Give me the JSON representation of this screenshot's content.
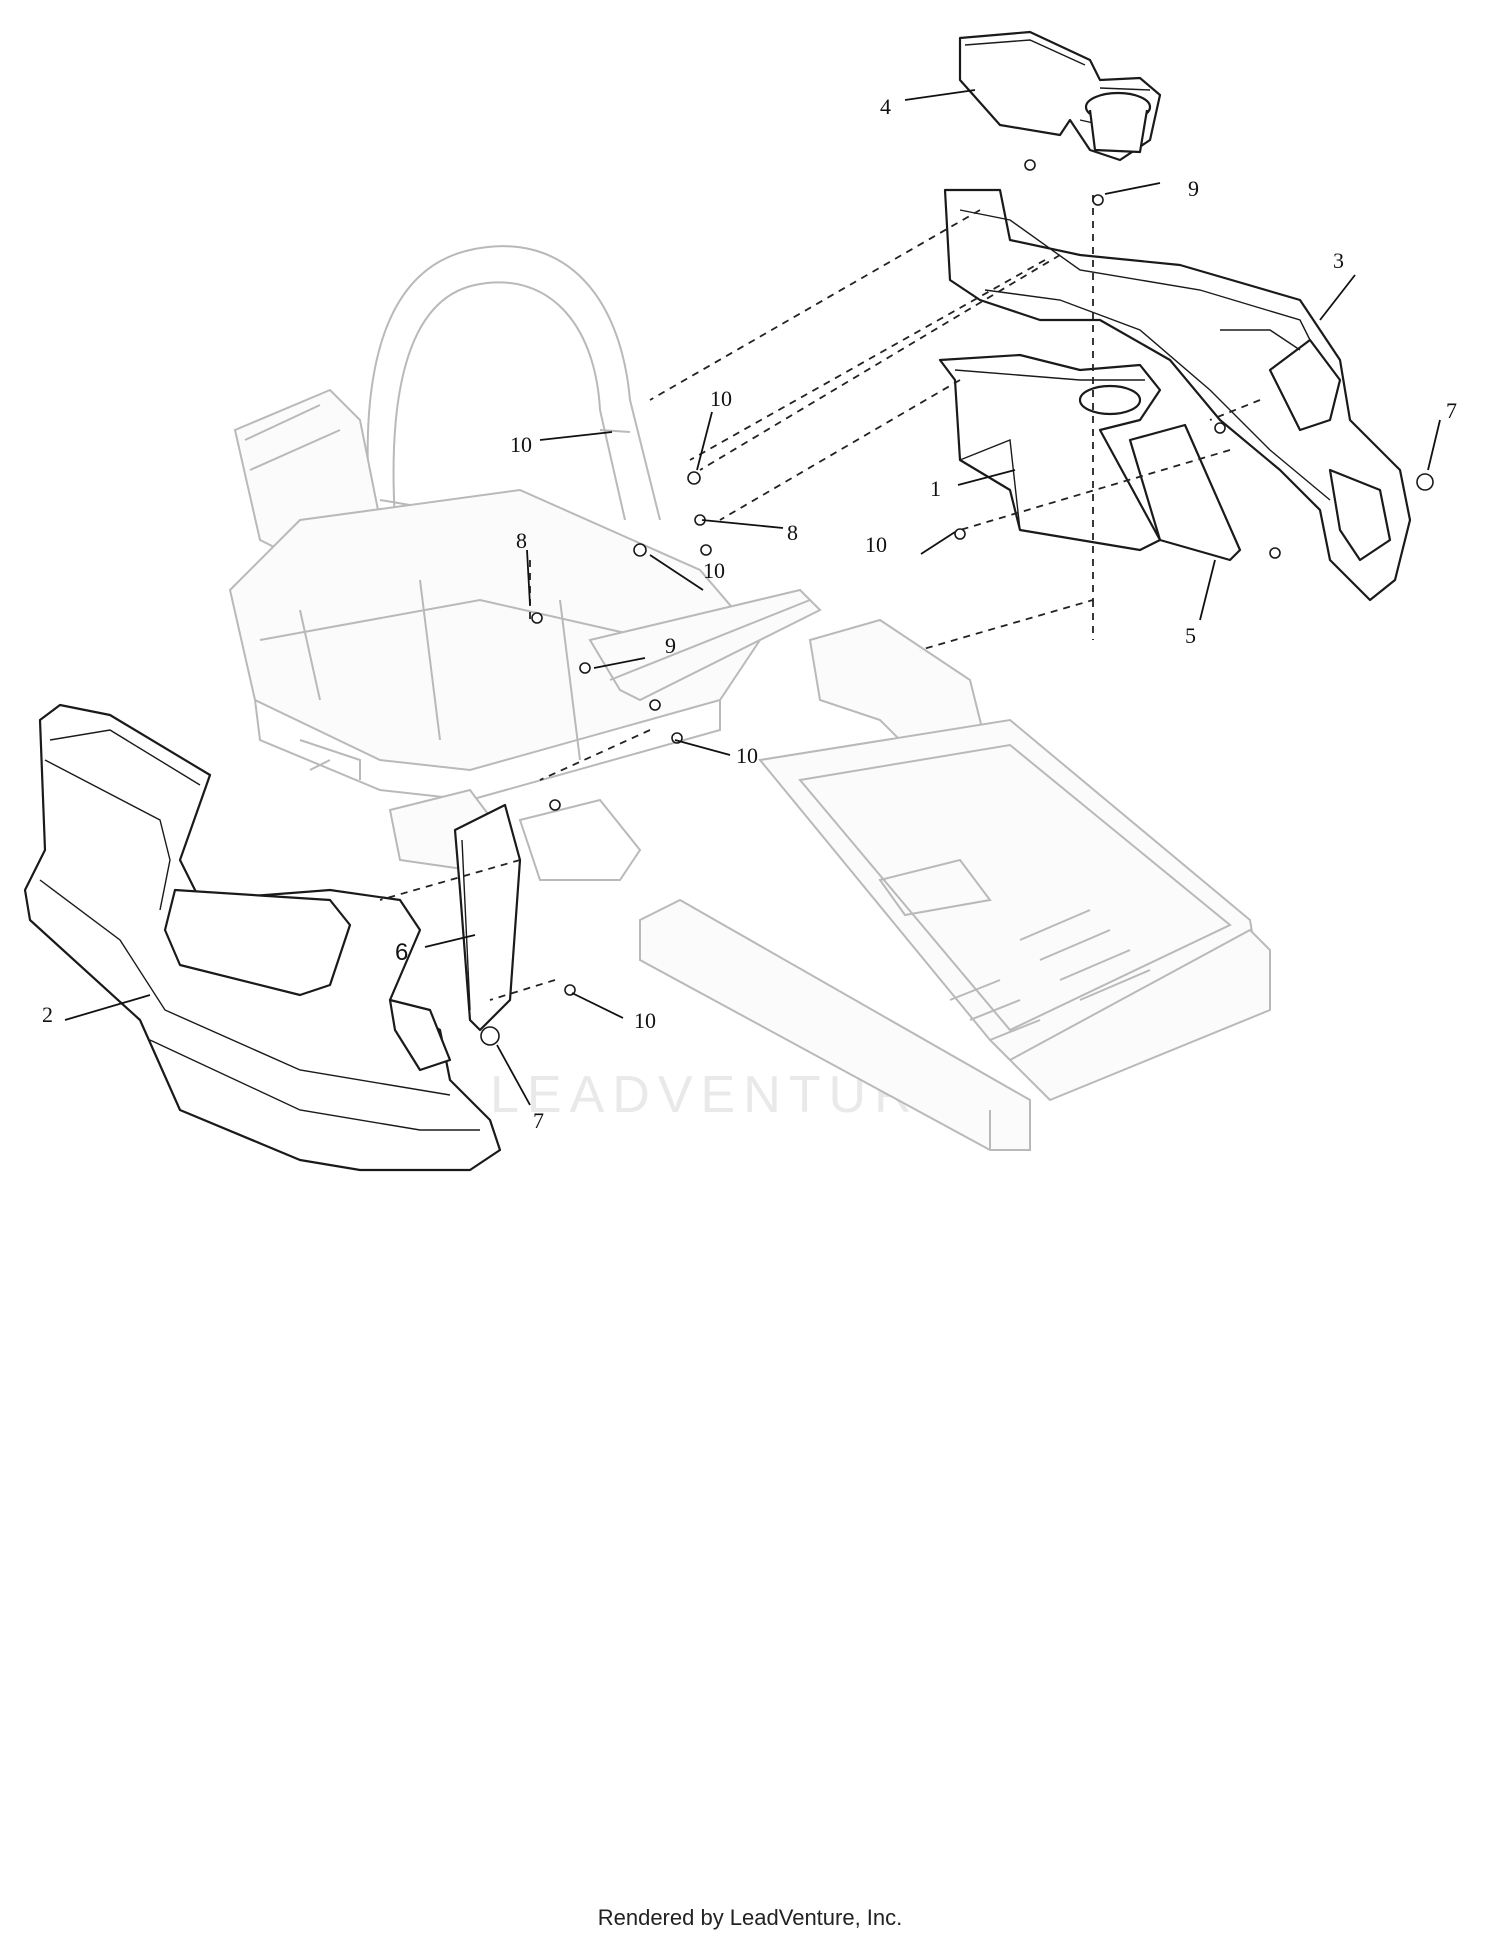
{
  "watermark": "LEADVENTURE",
  "footer": "Rendered by LeadVenture, Inc.",
  "callouts": {
    "c1": "1",
    "c2": "2",
    "c3": "3",
    "c4": "4",
    "c5": "5",
    "c6": "6",
    "c7a": "7",
    "c7b": "7",
    "c8a": "8",
    "c8b": "8",
    "c9a": "9",
    "c9b": "9",
    "c10a": "10",
    "c10b": "10",
    "c10c": "10",
    "c10d": "10",
    "c10e": "10",
    "c10f": "10"
  },
  "colors": {
    "frame": "#b9b9b9",
    "part": "#1a1a1a"
  }
}
